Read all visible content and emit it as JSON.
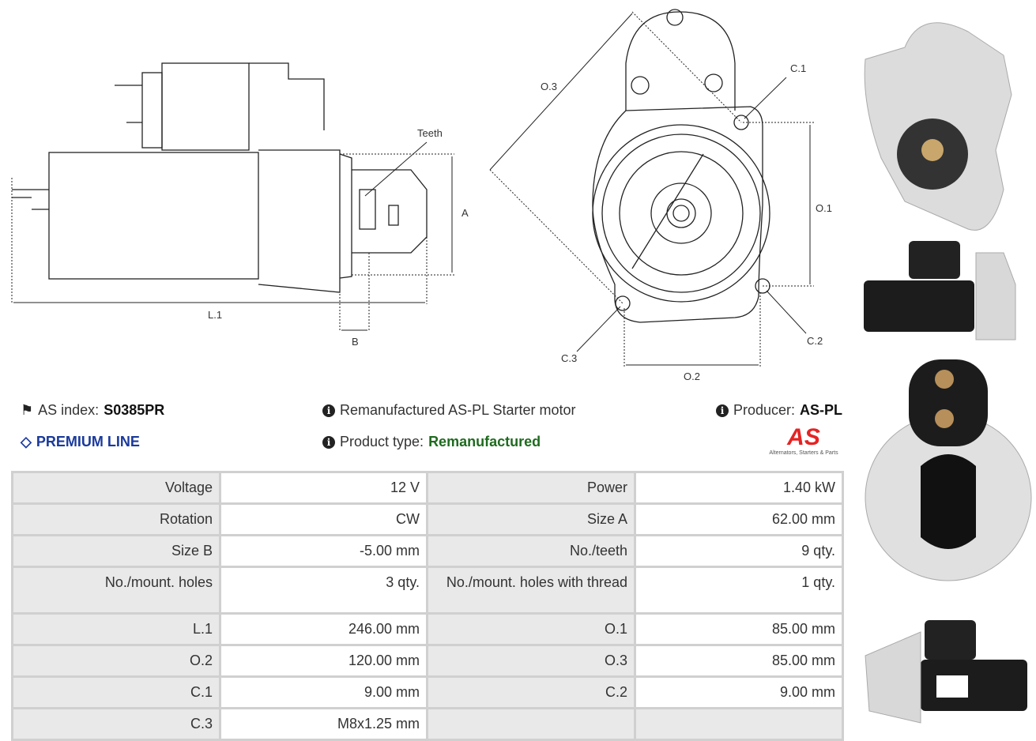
{
  "drawing_labels": {
    "teeth": "Teeth",
    "a": "A",
    "l1": "L.1",
    "b": "B",
    "o3": "O.3",
    "c1": "C.1",
    "o1": "O.1",
    "c2": "C.2",
    "c3": "C.3",
    "o2": "O.2"
  },
  "info": {
    "as_index_label": "AS index:",
    "as_index_value": "S0385PR",
    "premium": "PREMIUM LINE",
    "description": "Remanufactured AS-PL Starter motor",
    "product_type_label": "Product type:",
    "product_type_value": "Remanufactured",
    "producer_label": "Producer:",
    "producer_value": "AS-PL",
    "logo_text": "AS",
    "logo_tagline": "Alternators, Starters & Parts"
  },
  "colors": {
    "premium": "#1a3a9c",
    "remanufactured": "#1e6b1e",
    "logo": "#e52323"
  },
  "specs": [
    [
      {
        "l": "Voltage",
        "v": "12 V"
      },
      {
        "l": "Power",
        "v": "1.40 kW"
      }
    ],
    [
      {
        "l": "Rotation",
        "v": "CW"
      },
      {
        "l": "Size A",
        "v": "62.00 mm"
      }
    ],
    [
      {
        "l": "Size B",
        "v": "-5.00 mm"
      },
      {
        "l": "No./teeth",
        "v": "9 qty."
      }
    ],
    [
      {
        "l": "No./mount. holes",
        "v": "3 qty."
      },
      {
        "l": "No./mount. holes with thread",
        "v": "1 qty."
      }
    ],
    [
      {
        "l": "L.1",
        "v": "246.00 mm"
      },
      {
        "l": "O.1",
        "v": "85.00 mm"
      }
    ],
    [
      {
        "l": "O.2",
        "v": "120.00 mm"
      },
      {
        "l": "O.3",
        "v": "85.00 mm"
      }
    ],
    [
      {
        "l": "C.1",
        "v": "9.00 mm"
      },
      {
        "l": "C.2",
        "v": "9.00 mm"
      }
    ],
    [
      {
        "l": "C.3",
        "v": "M8x1.25 mm"
      },
      {
        "l": "",
        "v": ""
      }
    ]
  ]
}
